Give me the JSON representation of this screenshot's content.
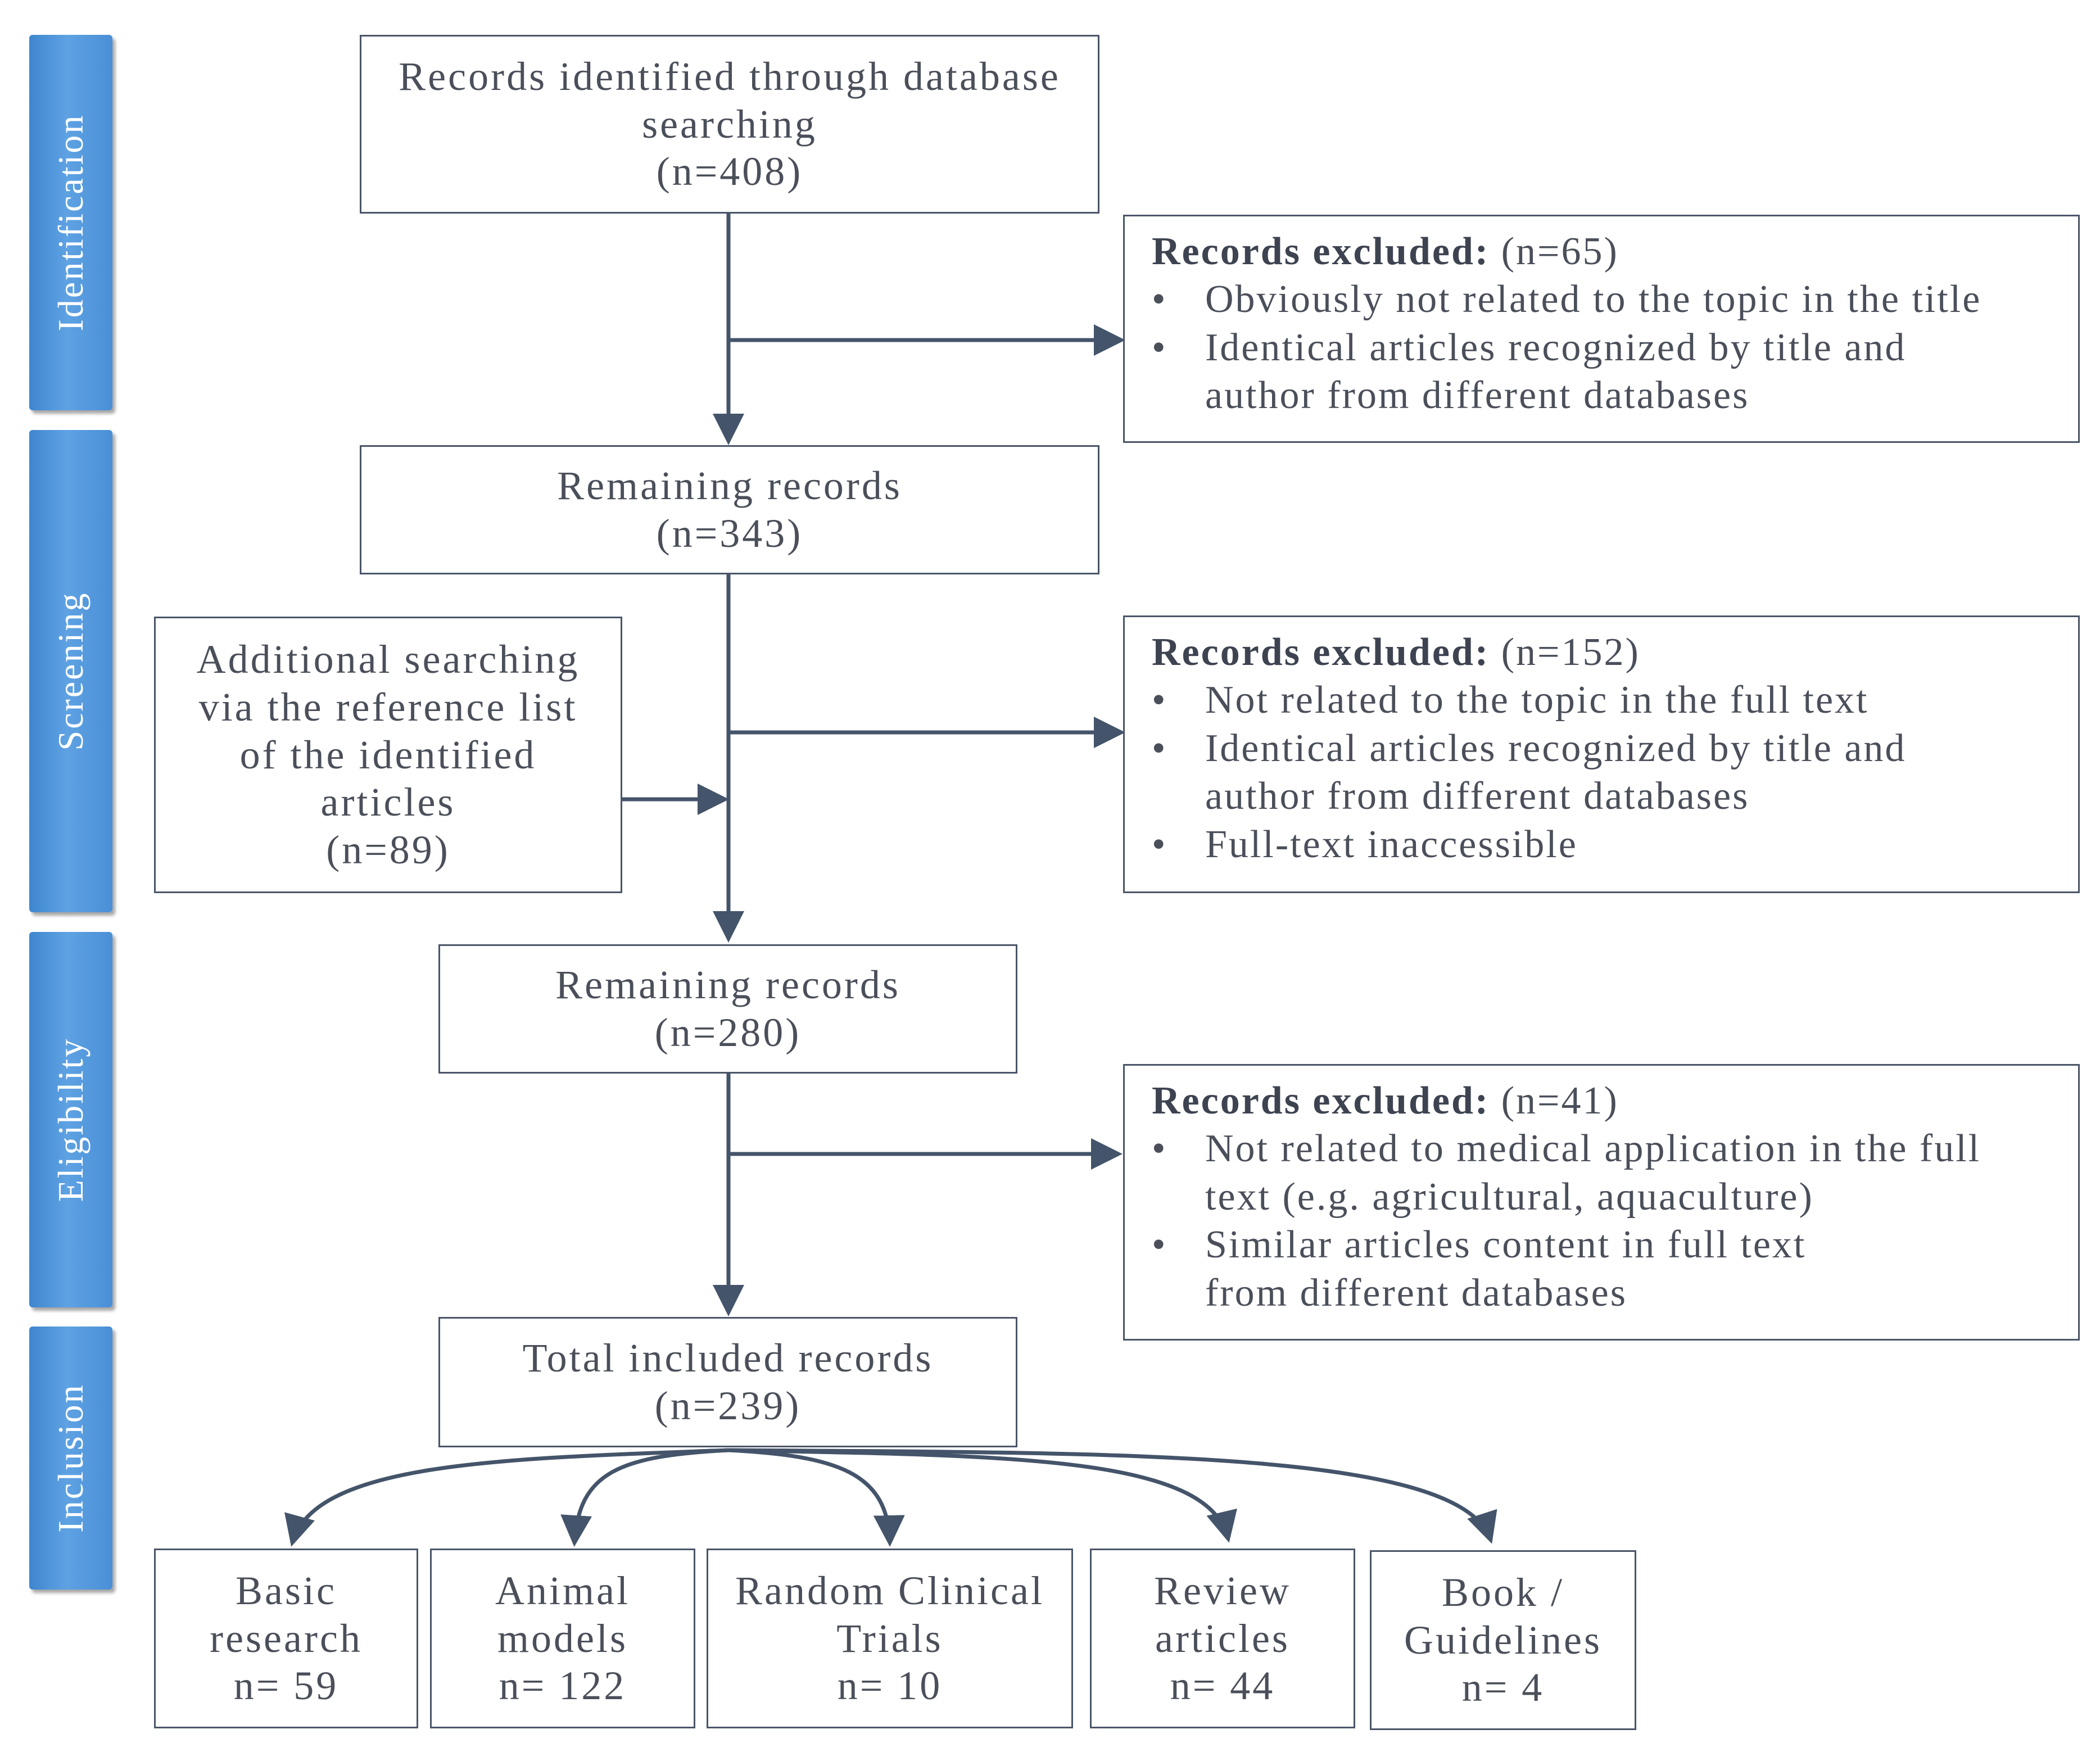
{
  "stages": [
    {
      "label": "Identification"
    },
    {
      "label": "Screening"
    },
    {
      "label": "Eligibility"
    },
    {
      "label": "Inclusion"
    }
  ],
  "identified": {
    "line1": "Records identified through database",
    "line2": "searching",
    "count": "(n=408)"
  },
  "excluded_1": {
    "head": "Records excluded:",
    "count": " (n=65)",
    "items": [
      "Obviously not related to the topic in the title",
      "Identical articles recognized by title and author from different databases"
    ]
  },
  "remaining_1": {
    "line1": "Remaining records",
    "count": "(n=343)"
  },
  "additional": {
    "line1": "Additional searching",
    "line2": "via the reference list",
    "line3": "of the identified",
    "line4": "articles",
    "count": "(n=89)"
  },
  "excluded_2": {
    "head": "Records excluded:",
    "count": " (n=152)",
    "items": [
      "Not related to the topic in the full text",
      "Identical articles recognized by title and author from different databases",
      "Full-text inaccessible"
    ]
  },
  "remaining_2": {
    "line1": "Remaining records",
    "count": "(n=280)"
  },
  "excluded_3": {
    "head": "Records excluded:",
    "count": " (n=41)",
    "items": [
      "Not related to medical application in the full text (e.g. agricultural, aquaculture)",
      "Similar articles content in full text from different databases"
    ]
  },
  "total": {
    "line1": "Total included records",
    "count": "(n=239)"
  },
  "categories": [
    {
      "line1": "Basic",
      "line2": "research",
      "count": "n= 59"
    },
    {
      "line1": "Animal",
      "line2": "models",
      "count": "n= 122"
    },
    {
      "line1": "Random Clinical",
      "line2": "Trials",
      "count": "n= 10"
    },
    {
      "line1": "Review",
      "line2": "articles",
      "count": "n= 44"
    },
    {
      "line1": "Book /",
      "line2": "Guidelines",
      "count": "n= 4"
    }
  ],
  "colors": {
    "stage": "#4a8fd6",
    "arrow": "#44546a",
    "border": "#4a5568",
    "text": "#4a4f5a"
  }
}
